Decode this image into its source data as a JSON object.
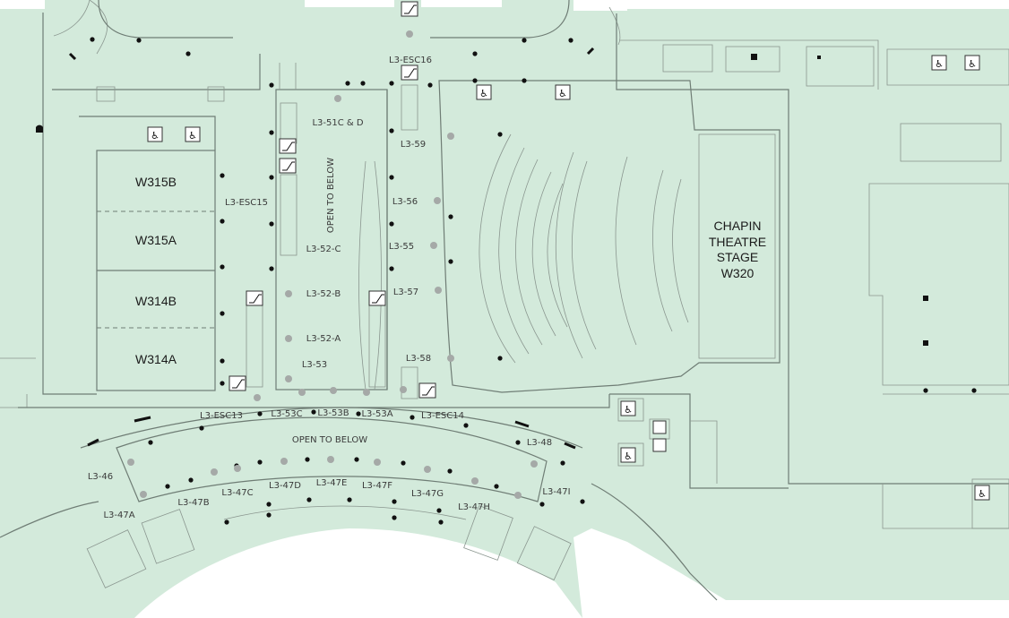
{
  "map": {
    "colors": {
      "floor": "#d3eadb",
      "wall": "#6f7d75",
      "column": "#111111",
      "marker": "#a5a9a7",
      "outside": "#ffffff"
    },
    "rooms": {
      "w315b": "W315B",
      "w315a": "W315A",
      "w314b": "W314B",
      "w314a": "W314A"
    },
    "theatre": {
      "line1": "CHAPIN",
      "line2": "THEATRE",
      "line3": "STAGE",
      "line4": "W320"
    },
    "open_to_below_vertical": "OPEN TO BELOW",
    "open_to_below_horizontal": "OPEN TO BELOW",
    "labels": {
      "esc16": "L3-ESC16",
      "l351cd": "L3-51C & D",
      "l359": "L3-59",
      "esc15": "L3-ESC15",
      "l356": "L3-56",
      "l352c": "L3-52-C",
      "l355": "L3-55",
      "l352b": "L3-52-B",
      "l357": "L3-57",
      "l352a": "L3-52-A",
      "l353": "L3-53",
      "l358": "L3-58",
      "esc13": "L3-ESC13",
      "l353c": "L3-53C",
      "l353b": "L3-53B",
      "l353a": "L3-53A",
      "esc14": "L3-ESC14",
      "l348": "L3-48",
      "l346": "L3-46",
      "l347b": "L3-47B",
      "l347c": "L3-47C",
      "l347d": "L3-47D",
      "l347e": "L3-47E",
      "l347f": "L3-47F",
      "l347g": "L3-47G",
      "l347h": "L3-47H",
      "l347i": "L3-47I",
      "l347a": "L3-47A"
    },
    "icons": [
      "restroom-icon",
      "escalator-icon",
      "stairs-icon",
      "elevator-icon"
    ]
  }
}
